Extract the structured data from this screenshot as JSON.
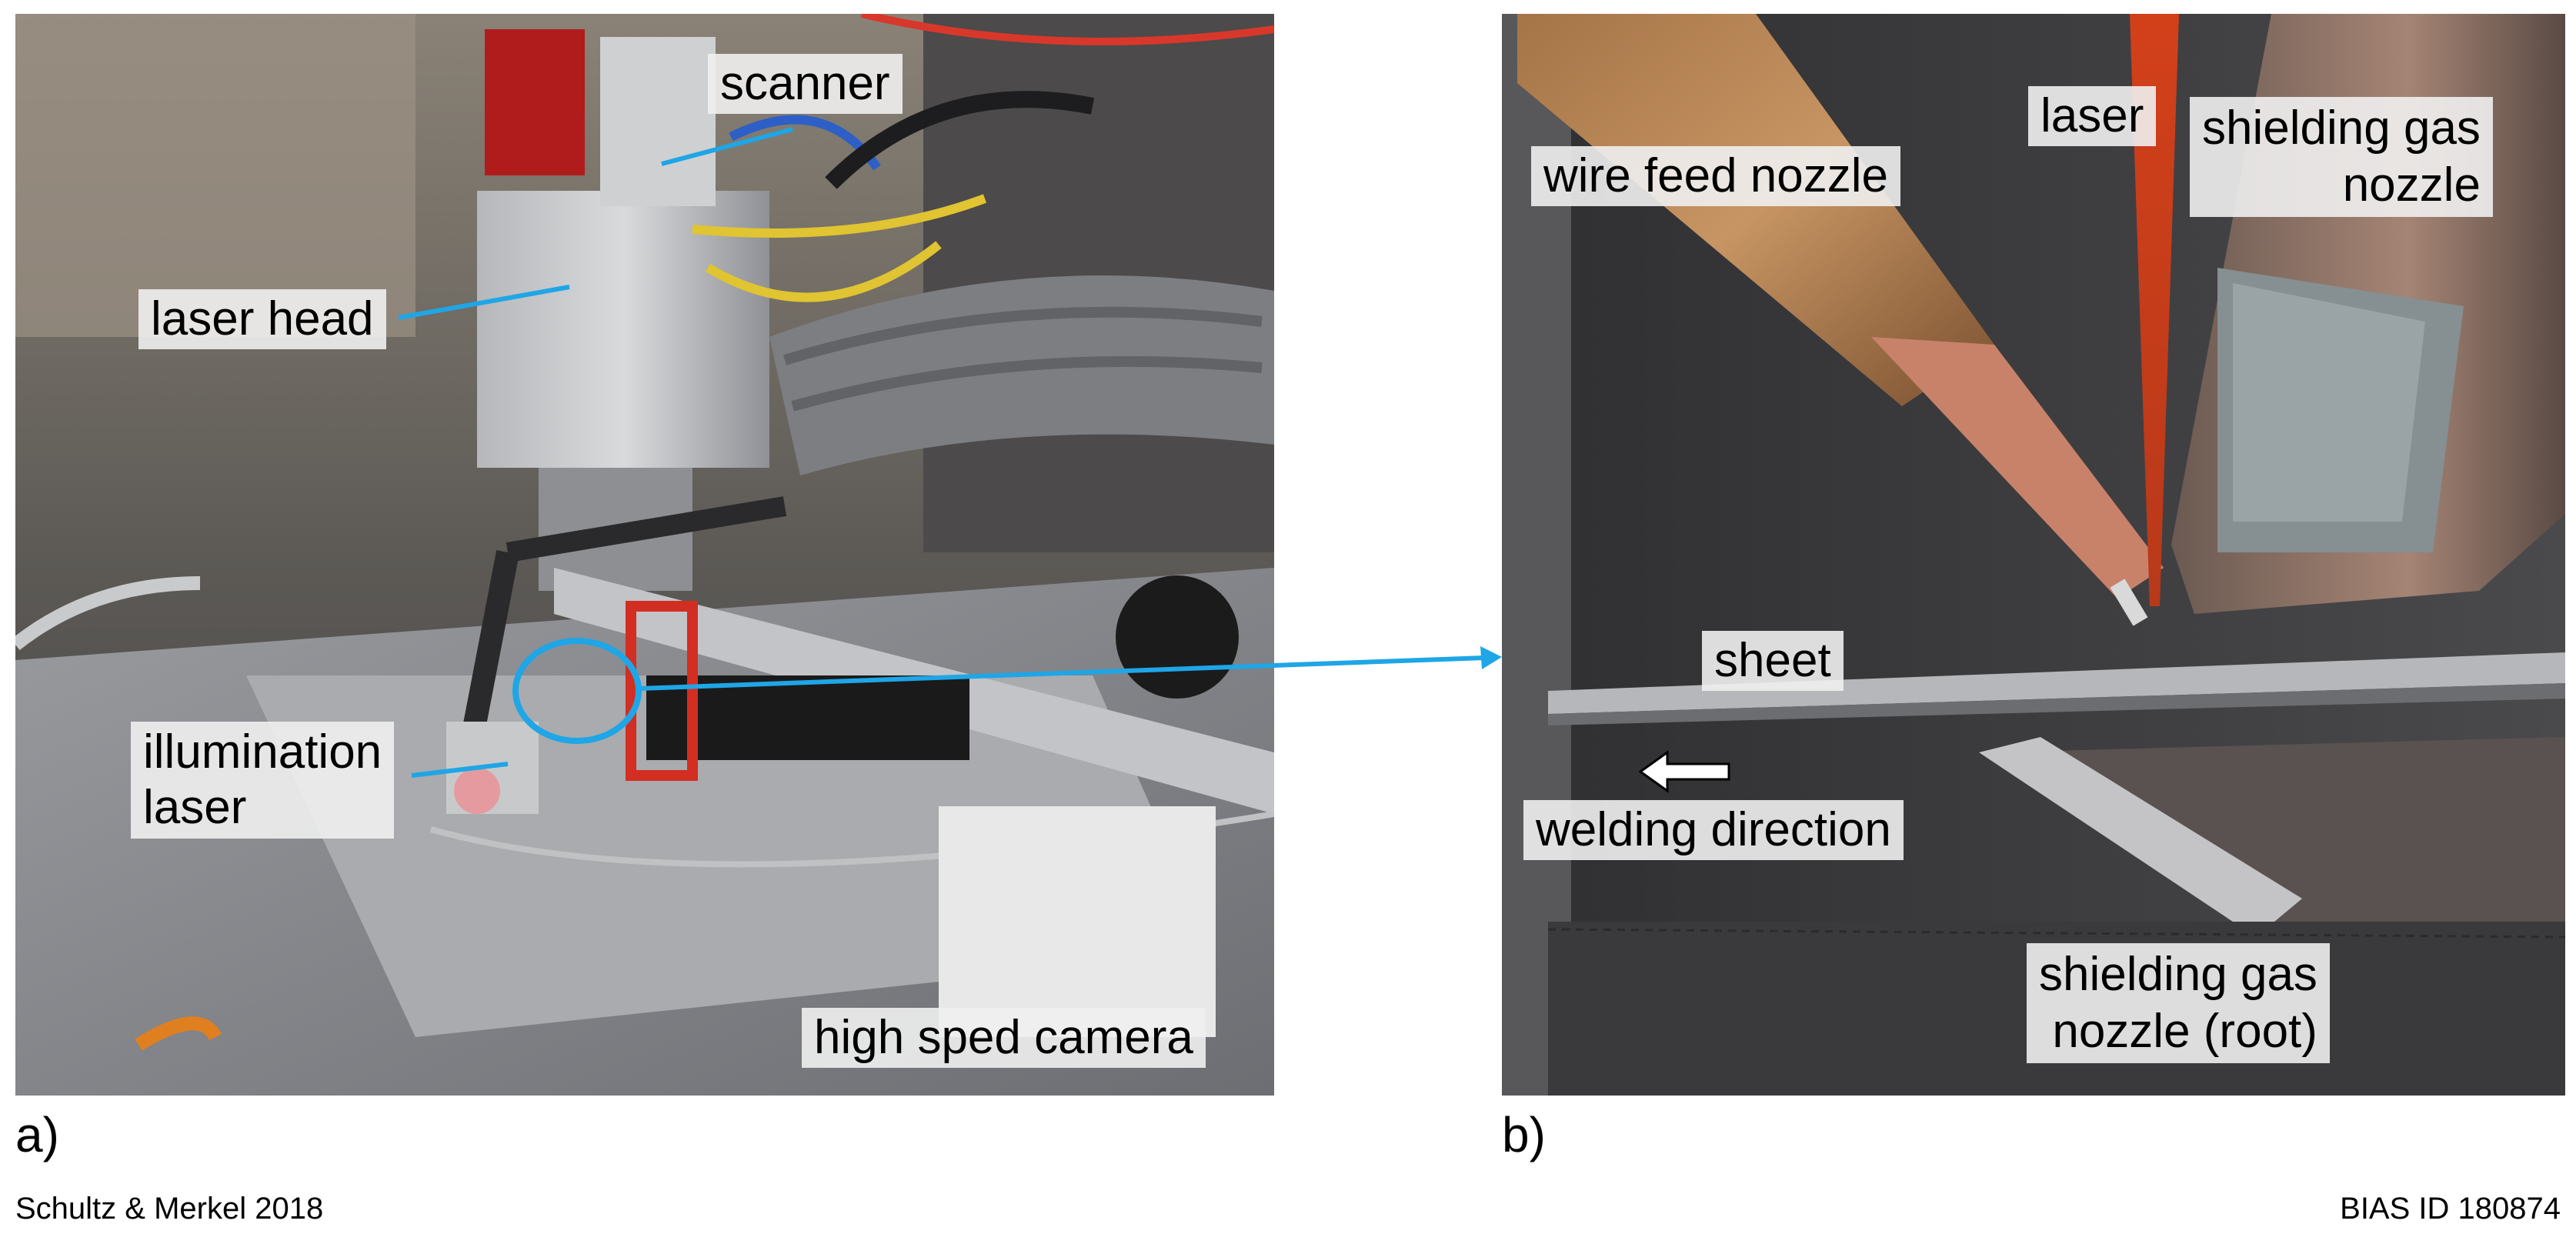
{
  "panel_a": {
    "letter": "a)",
    "labels": {
      "scanner": "scanner",
      "laser_head": "laser head",
      "illumination_line1": "illumination",
      "illumination_line2": "laser",
      "camera": "high sped camera"
    }
  },
  "panel_b": {
    "letter": "b)",
    "labels": {
      "laser": "laser",
      "wire_feed": "wire feed nozzle",
      "shield_line1": "shielding gas",
      "shield_line2": "nozzle",
      "sheet": "sheet",
      "welding_direction": "welding direction",
      "root_line1": "shielding gas",
      "root_line2": "nozzle (root)"
    }
  },
  "footer": {
    "credit": "Schultz & Merkel 2018",
    "id": "BIAS ID 180874"
  },
  "colors": {
    "callout_line": "#1ea6e6",
    "laser_beam": "#d2401a",
    "label_bg": "#f0f0f0"
  }
}
